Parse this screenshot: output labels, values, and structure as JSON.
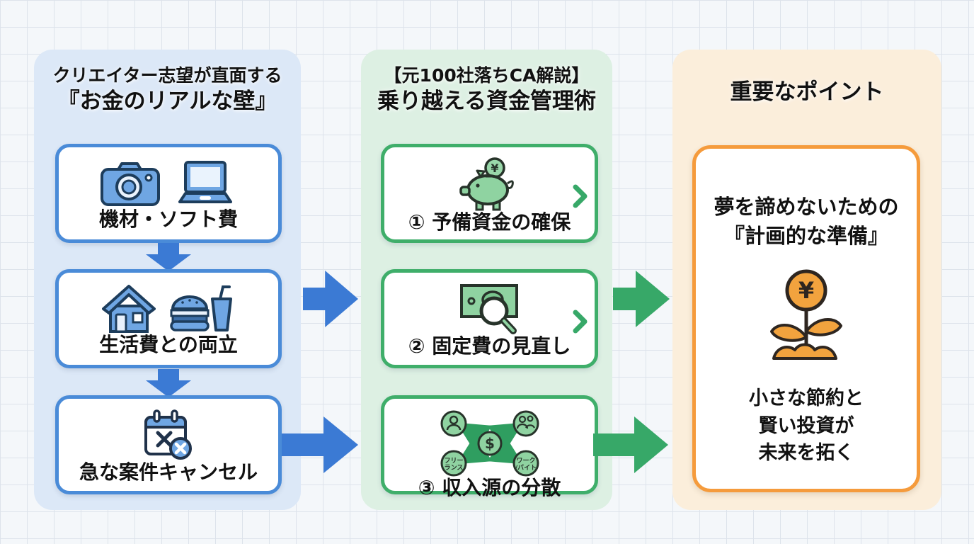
{
  "left_column": {
    "title_line1": "クリエイター志望が直面する",
    "title_line2": "『お金のリアルな壁』",
    "boxes": [
      {
        "label": "機材・ソフト費"
      },
      {
        "label": "生活費との両立"
      },
      {
        "label": "急な案件キャンセル"
      }
    ]
  },
  "middle_column": {
    "title_line1": "【元100社落ちCA解説】",
    "title_line2": "乗り越える資金管理術",
    "boxes": [
      {
        "label": "① 予備資金の確保"
      },
      {
        "label": "② 固定費の見直し"
      },
      {
        "label": "③ 収入源の分散"
      }
    ],
    "piggy_coin": "¥",
    "network_labels": {
      "center": "$",
      "freelance_line1": "フリー",
      "freelance_line2": "ランス",
      "work_line1": "ワーク",
      "work_line2": "/バイト"
    }
  },
  "right_column": {
    "title": "重要なポイント",
    "box": {
      "heading_line1": "夢を諦めないための",
      "heading_line2": "『計画的な準備』",
      "coin": "¥",
      "body_line1": "小さな節約と",
      "body_line2": "賢い投資が",
      "body_line3": "未来を拓く"
    }
  },
  "colors": {
    "blue_accent": "#4a8bd8",
    "blue_arrow": "#3b7ad4",
    "green_accent": "#3fae6a",
    "green_arrow": "#37a868",
    "orange_accent": "#f59b3c",
    "panel_blue": "#dce8f7",
    "panel_green": "#ddf0e3",
    "panel_orange": "#fbeedb"
  }
}
